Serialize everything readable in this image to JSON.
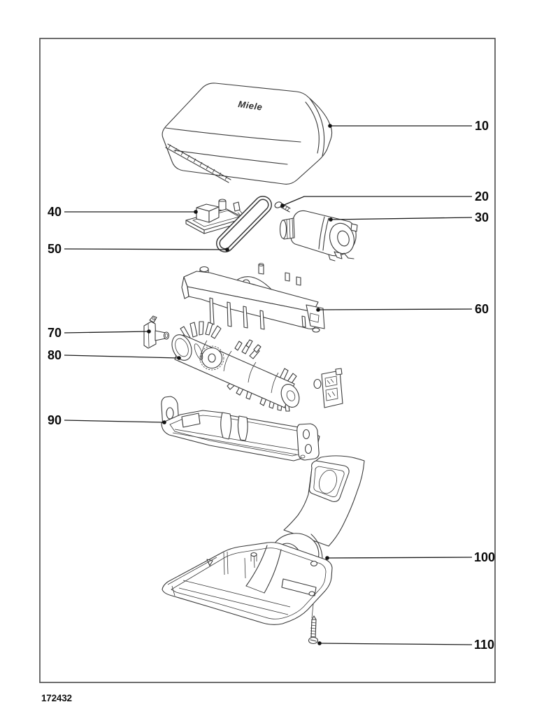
{
  "figure": {
    "brand_logo": "Miele",
    "drawing_number": "172432"
  },
  "callouts": [
    {
      "number": "10",
      "part": "top-cover"
    },
    {
      "number": "20",
      "part": "motor-screw"
    },
    {
      "number": "30",
      "part": "motor"
    },
    {
      "number": "40",
      "part": "switch-module"
    },
    {
      "number": "50",
      "part": "drive-belt"
    },
    {
      "number": "60",
      "part": "inner-chassis"
    },
    {
      "number": "70",
      "part": "bearing-bracket"
    },
    {
      "number": "80",
      "part": "brush-roller"
    },
    {
      "number": "90",
      "part": "roller-tray"
    },
    {
      "number": "100",
      "part": "lower-housing-with-swivel-neck"
    },
    {
      "number": "110",
      "part": "housing-screw"
    }
  ],
  "colors": {
    "background": "#ffffff",
    "line_art": "#3a3a3a",
    "border": "#4a4a4a",
    "label": "#0a0a0a"
  }
}
